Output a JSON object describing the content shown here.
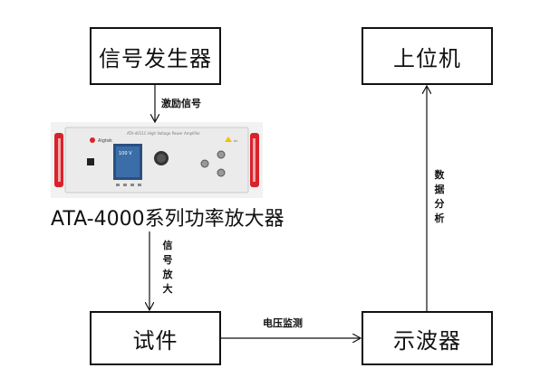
{
  "nodes": {
    "signal_generator": "信号发生器",
    "host_computer": "上位机",
    "test_piece": "试件",
    "oscilloscope": "示波器"
  },
  "amplifier": {
    "caption": "ATA-4000系列功率放大器",
    "brand": "Aigtek",
    "model_text": "ATA-4011C High Voltage Power Amplifier",
    "display_value": "100 V"
  },
  "edges": {
    "excitation_signal": "激励信号",
    "signal_amplify": "信号放大",
    "voltage_monitor": "电压监测",
    "data_analysis": "数据分析"
  },
  "colors": {
    "accent_red": "#d8232a",
    "panel": "#e9e9e9",
    "screen": "#3b6ea8"
  }
}
